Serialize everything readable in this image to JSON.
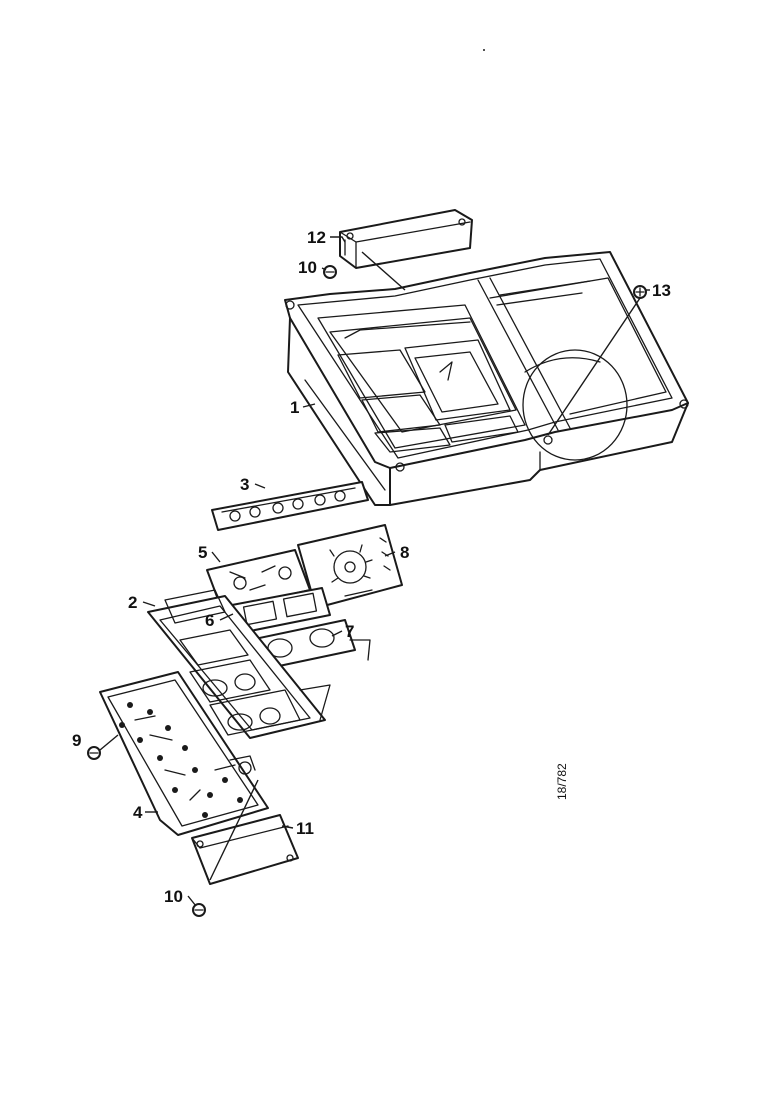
{
  "callouts": {
    "c1": "1",
    "c2": "2",
    "c3": "3",
    "c4": "4",
    "c5": "5",
    "c6": "6",
    "c7": "7",
    "c8": "8",
    "c9": "9",
    "c10a": "10",
    "c10b": "10",
    "c11": "11",
    "c12": "12",
    "c13": "13"
  },
  "drawing_ref": "18/782"
}
